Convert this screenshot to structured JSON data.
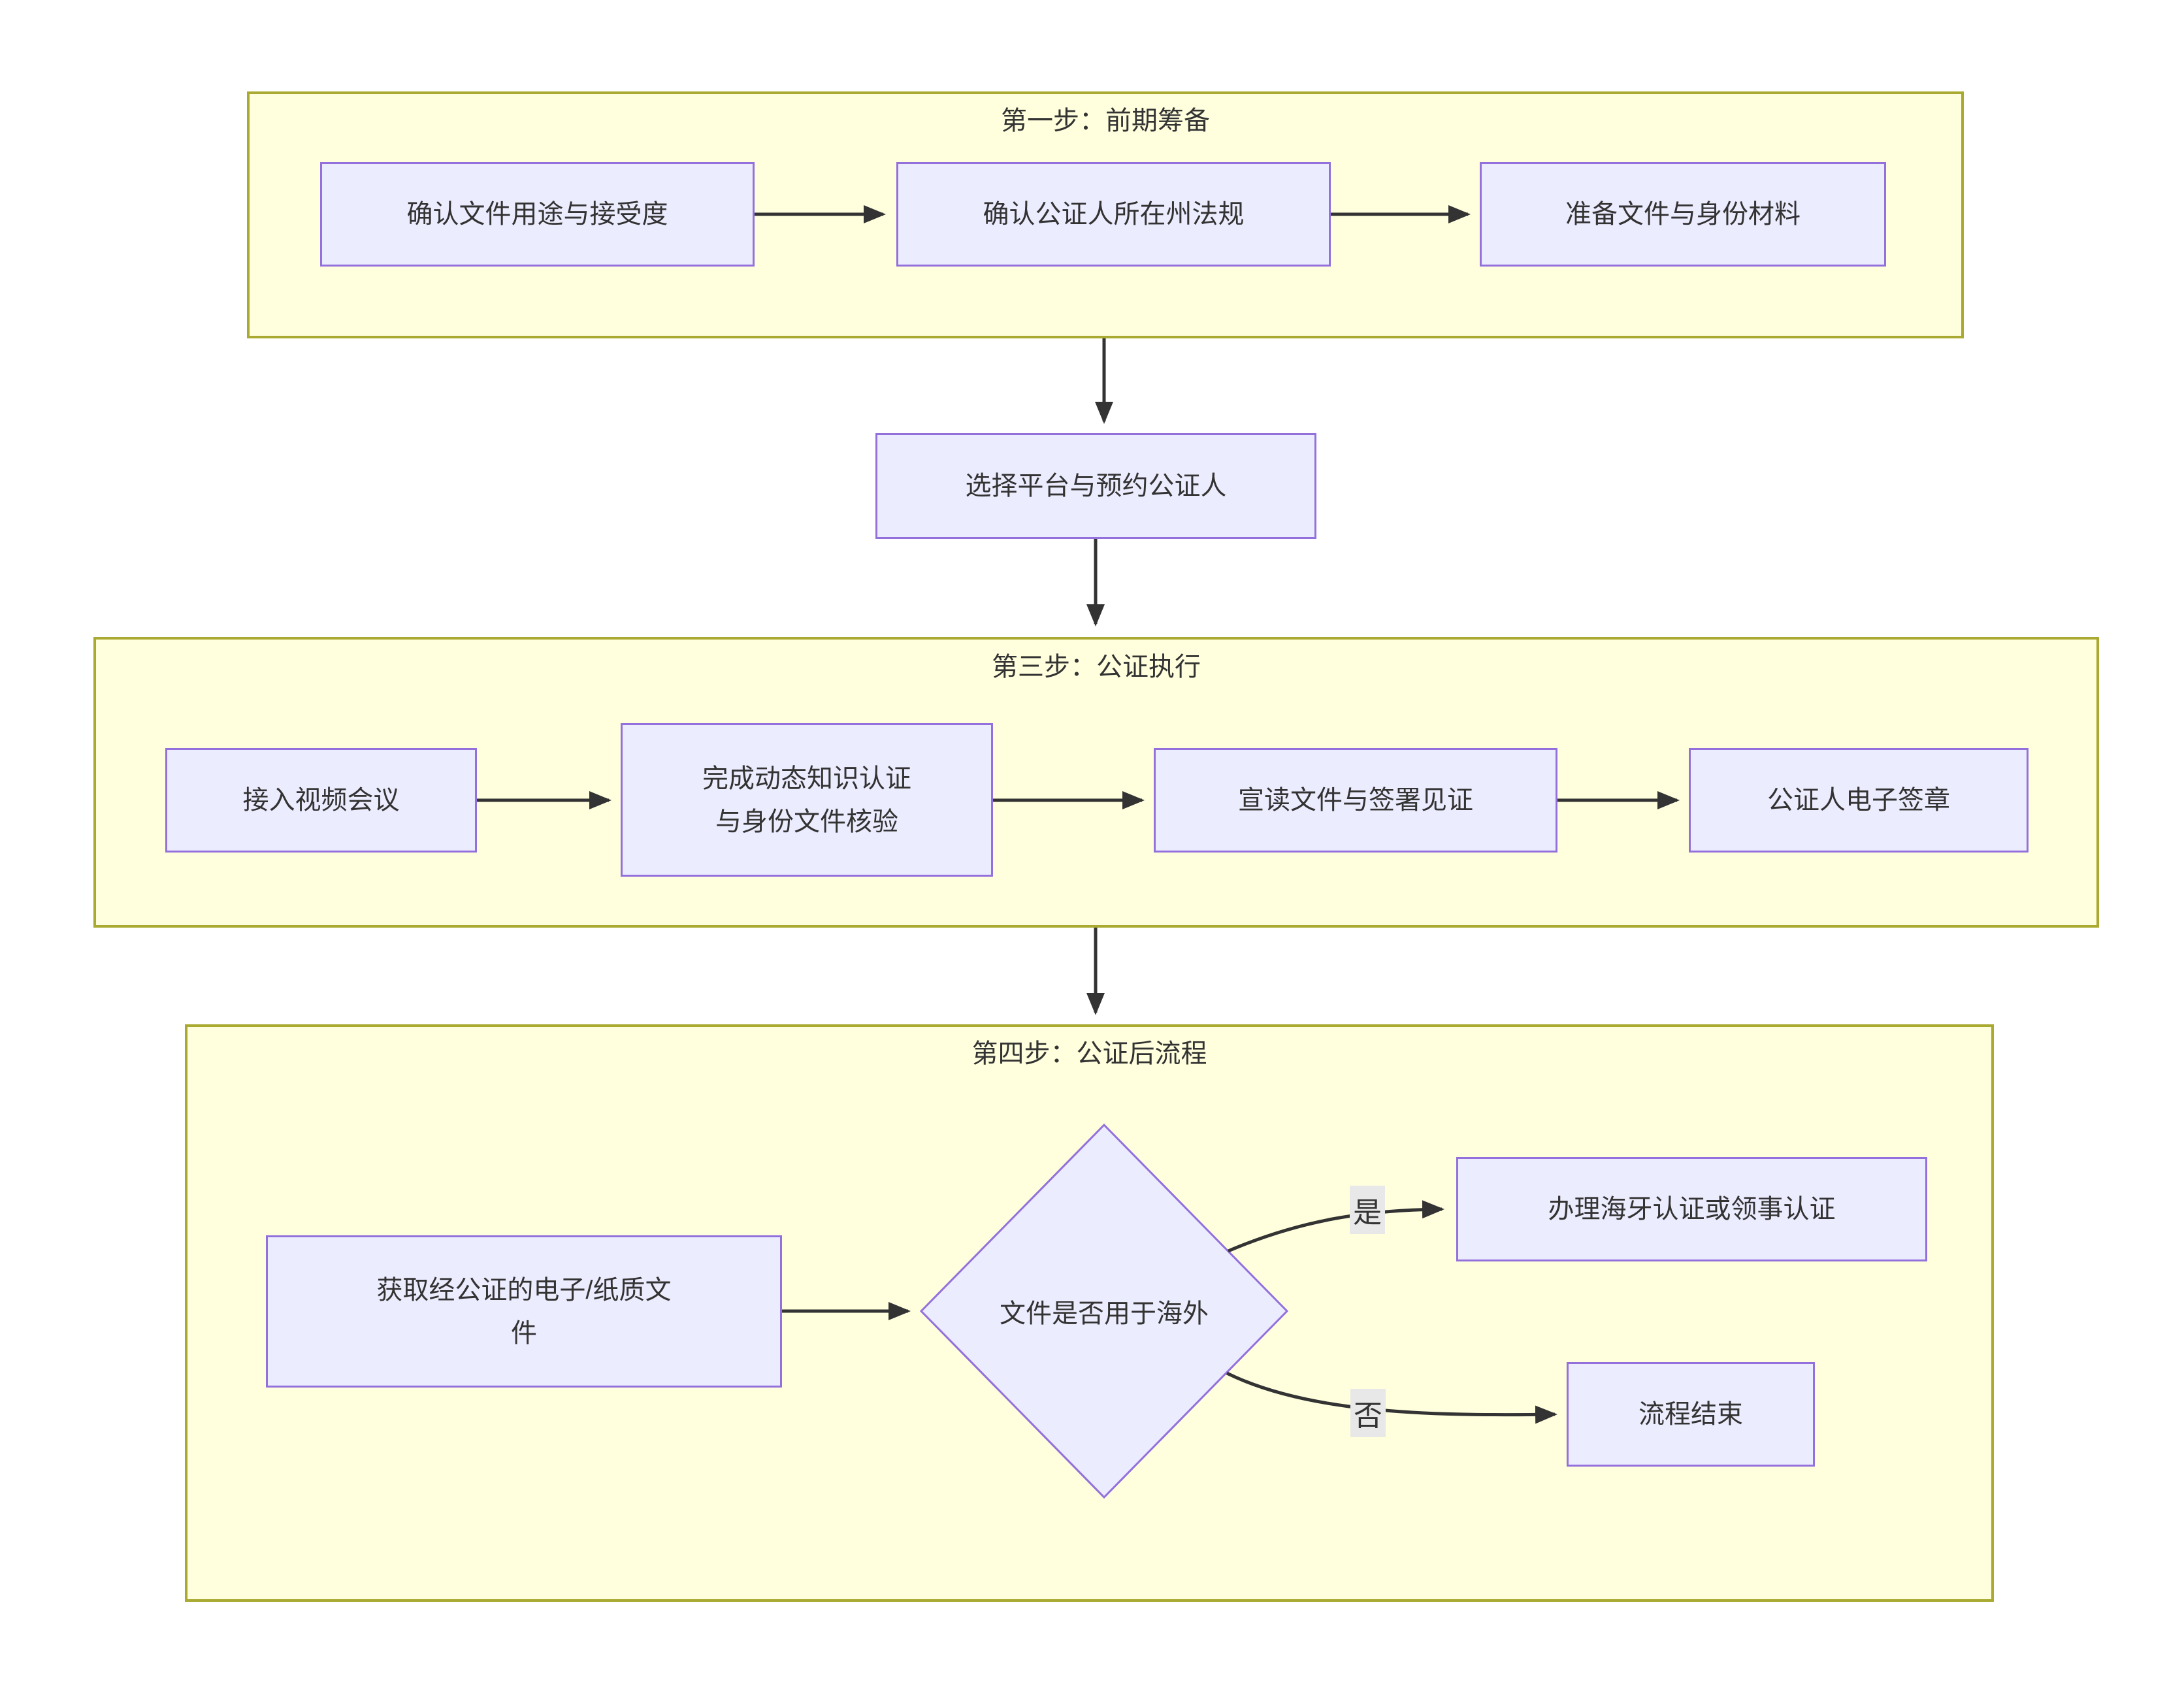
{
  "diagram": {
    "colors": {
      "node_fill": "#ECECFF",
      "node_border": "#9370DB",
      "subgraph_fill": "#FFFFDE",
      "subgraph_border": "#AAAA33",
      "edge": "#333333",
      "edge_label_bg": "#E8E8E8",
      "text": "#333333"
    },
    "subgraphs": {
      "step1": {
        "title": "第一步：前期筹备"
      },
      "step3": {
        "title": "第三步：公证执行"
      },
      "step4": {
        "title": "第四步：公证后流程"
      }
    },
    "nodes": {
      "confirm_purpose": {
        "label": "确认文件用途与接受度"
      },
      "confirm_state_rules": {
        "label": "确认公证人所在州法规"
      },
      "prepare_docs": {
        "label": "准备文件与身份材料"
      },
      "choose_platform": {
        "label": "选择平台与预约公证人"
      },
      "join_video": {
        "label": "接入视频会议"
      },
      "kba_check": {
        "line1": "完成动态知识认证",
        "line2": "与身份文件核验"
      },
      "read_and_sign": {
        "label": "宣读文件与签署见证"
      },
      "notary_eseal": {
        "label": "公证人电子签章"
      },
      "obtain_docs": {
        "line1": "获取经公证的电子/纸质文",
        "line2": "件"
      },
      "overseas_decision": {
        "label": "文件是否用于海外"
      },
      "apostille": {
        "label": "办理海牙认证或领事认证"
      },
      "process_end": {
        "label": "流程结束"
      }
    },
    "edge_labels": {
      "yes": "是",
      "no": "否"
    }
  }
}
